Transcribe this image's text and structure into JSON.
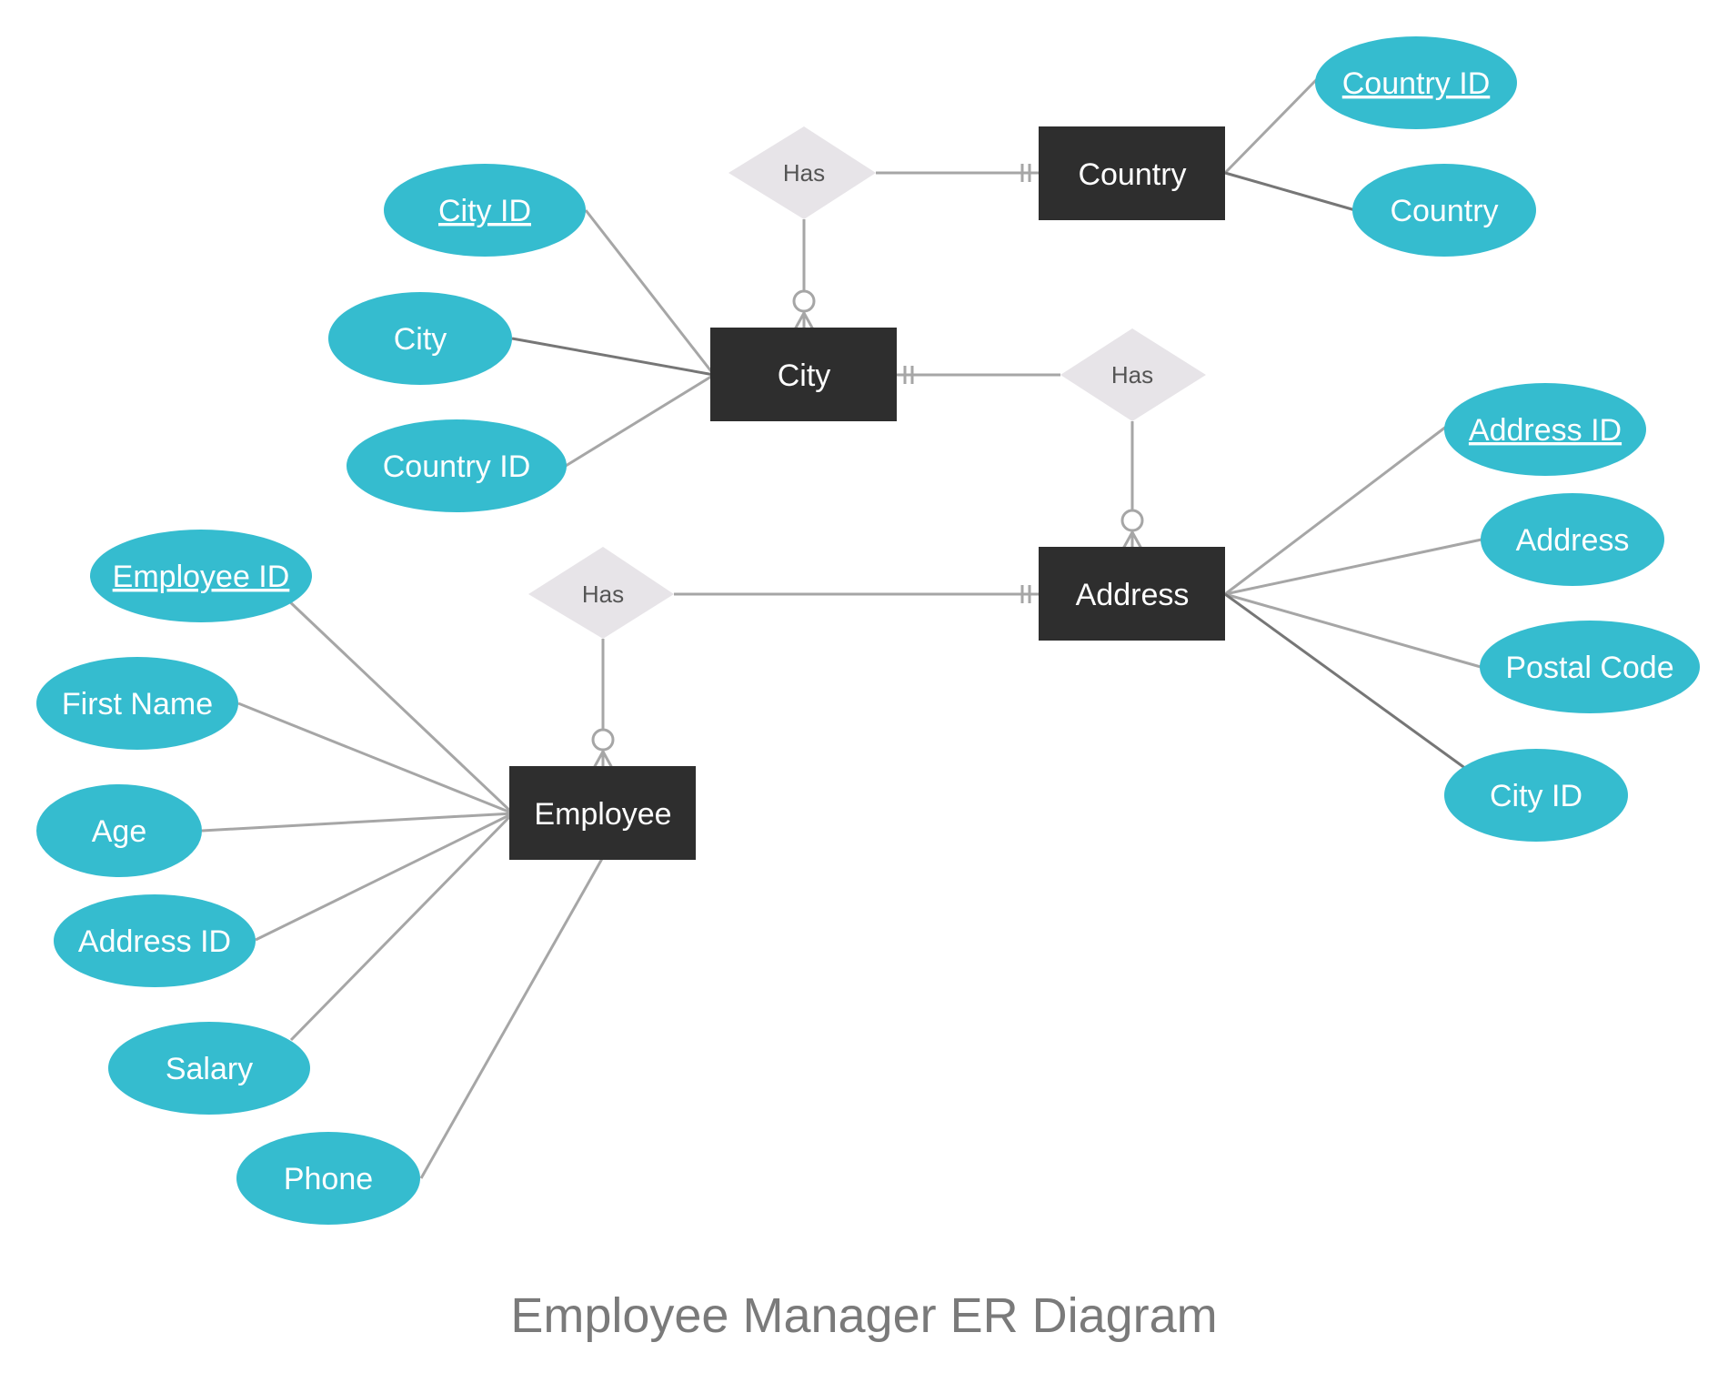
{
  "title": "Employee Manager ER Diagram",
  "colors": {
    "entity": "#2e2e2e",
    "attribute": "#35bccf",
    "relationship": "#e7e4e8",
    "connector": "#a6a6a6",
    "title": "#7a7a7a"
  },
  "entities": {
    "country": "Country",
    "city": "City",
    "address": "Address",
    "employee": "Employee"
  },
  "relationships": {
    "city_country": "Has",
    "city_address": "Has",
    "address_employee": "Has"
  },
  "attributes": {
    "country": {
      "country_id": "Country ID",
      "country": "Country"
    },
    "city": {
      "city_id": "City ID",
      "city": "City",
      "country_id": "Country ID"
    },
    "address": {
      "address_id": "Address ID",
      "address": "Address",
      "postal_code": "Postal Code",
      "city_id": "City ID"
    },
    "employee": {
      "employee_id": "Employee ID",
      "first_name": "First Name",
      "age": "Age",
      "address_id": "Address ID",
      "salary": "Salary",
      "phone": "Phone"
    }
  }
}
